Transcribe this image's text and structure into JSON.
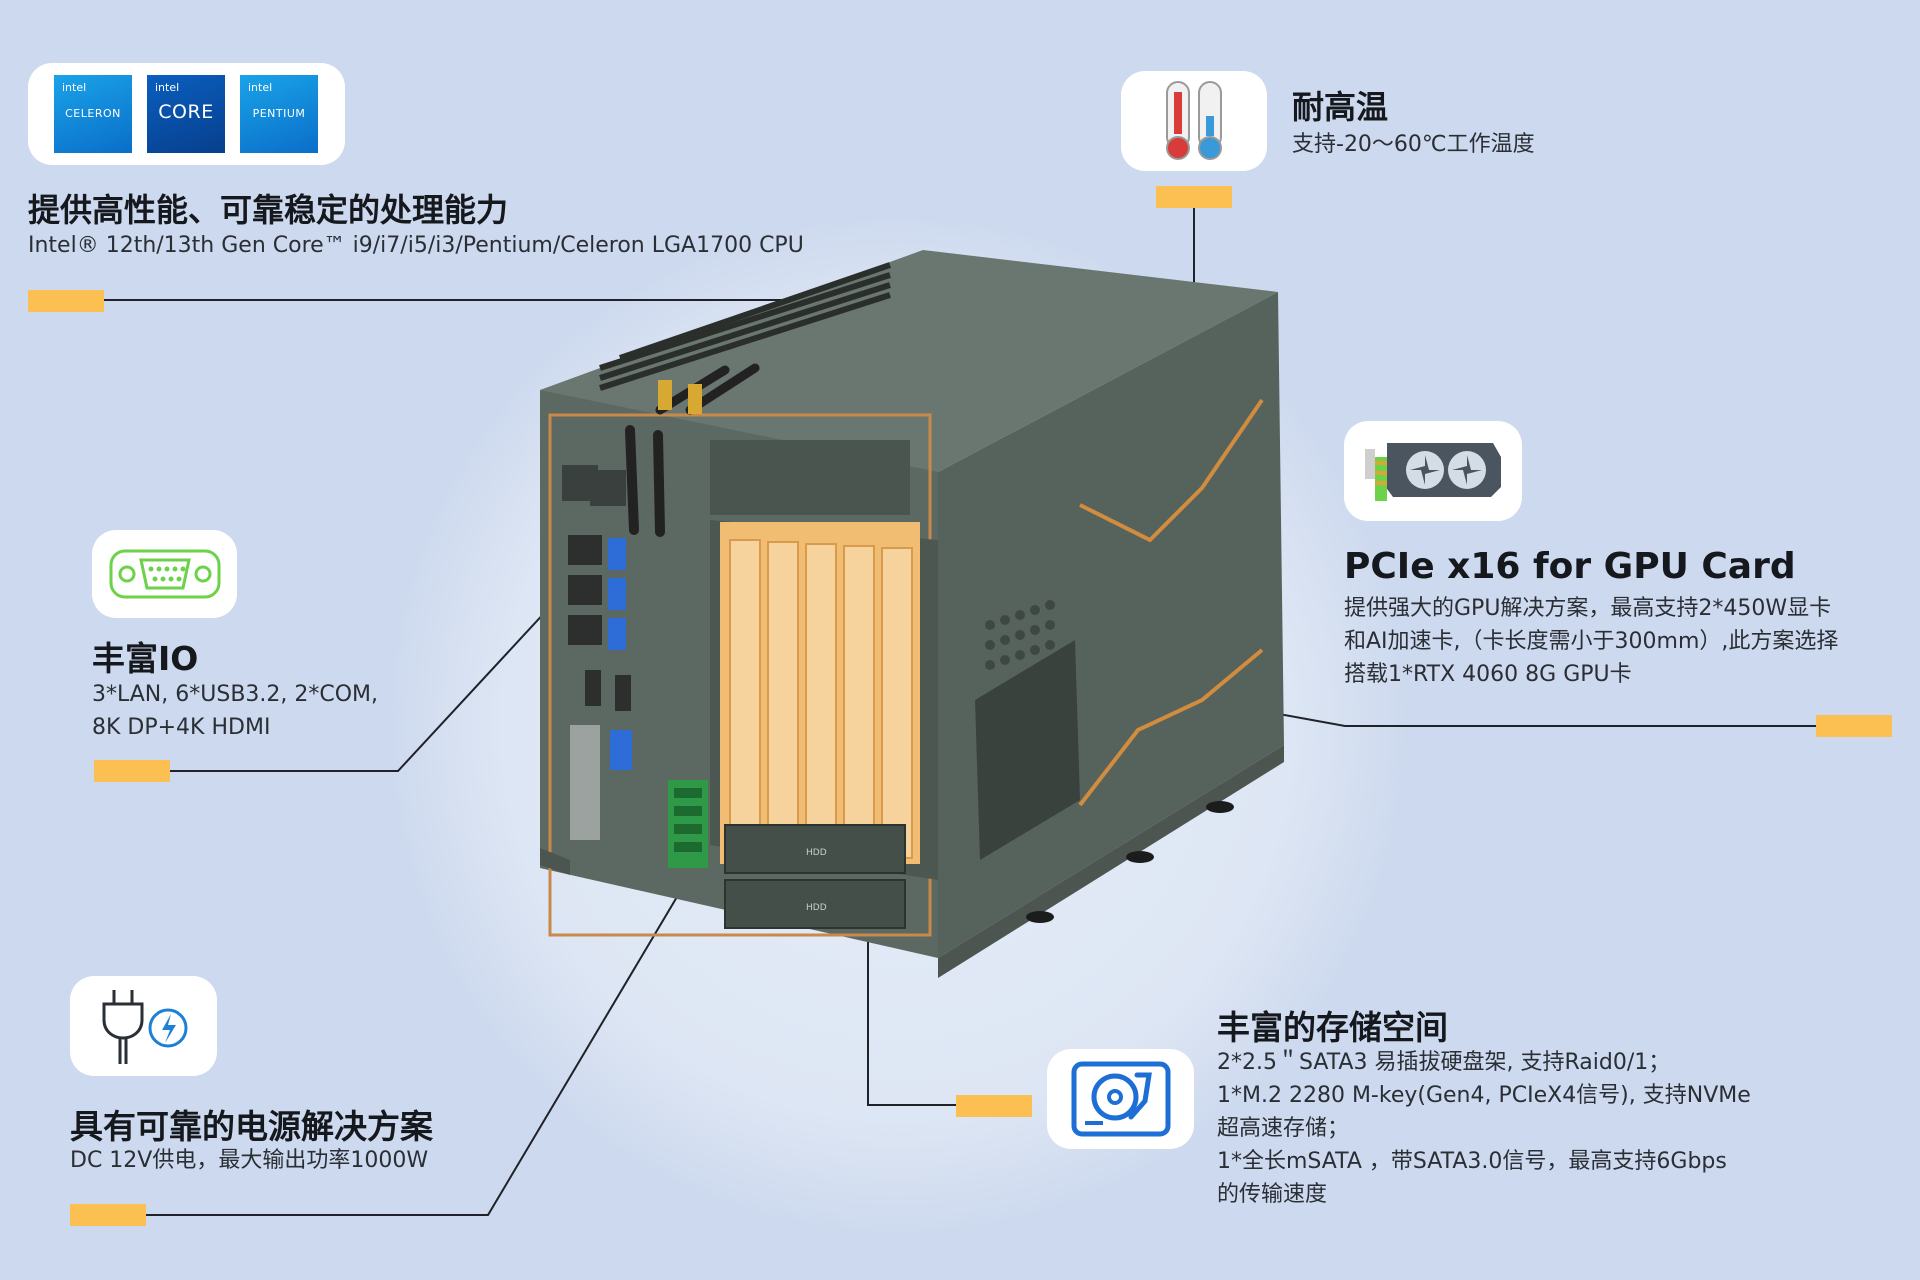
{
  "processor": {
    "logos": [
      {
        "brand": "intel",
        "name": "CELERON"
      },
      {
        "brand": "intel",
        "name": "CORE"
      },
      {
        "brand": "intel",
        "name": "PENTIUM"
      }
    ],
    "title": "提供高性能、可靠稳定的处理能力",
    "desc": "Intel® 12th/13th Gen Core™ i9/i7/i5/i3/Pentium/Celeron LGA1700 CPU"
  },
  "temperature": {
    "icon": "thermometer-icon",
    "title": "耐高温",
    "desc": "支持-20～60℃工作温度"
  },
  "io": {
    "icon": "com-port-icon",
    "title": "丰富IO",
    "desc_lines": [
      "3*LAN, 6*USB3.2, 2*COM,",
      "8K DP+4K HDMI"
    ]
  },
  "gpu": {
    "icon": "gpu-card-icon",
    "title": "PCIe x16 for GPU Card",
    "desc_lines": [
      "提供强大的GPU解决方案，最高支持2*450W显卡",
      "和AI加速卡,（卡长度需小于300mm）,此方案选择",
      "搭载1*RTX 4060 8G GPU卡"
    ]
  },
  "power": {
    "icon": "power-plug-icon",
    "title": "具有可靠的电源解决方案",
    "desc": "DC 12V供电，最大输出功率1000W"
  },
  "storage": {
    "icon": "hard-disk-icon",
    "title": "丰富的存储空间",
    "desc_lines": [
      "2*2.5＂SATA3 易插拔硬盘架, 支持Raid0/1；",
      "1*M.2 2280 M-key(Gen4, PCIeX4信号), 支持NVMe",
      "超高速存储；",
      "1*全长mSATA ，带SATA3.0信号，最高支持6Gbps",
      "的传输速度"
    ]
  },
  "product": {
    "hdd_labels": [
      "HDD",
      "HDD"
    ]
  },
  "colors": {
    "background": "#cdd9ee",
    "accent_bar": "#fbbf52",
    "chassis": "#5f6b64",
    "gpu_panel": "#f0bd72",
    "terminal": "#2e9a47",
    "icon_green": "#6cd24a",
    "icon_blue": "#1d6fd6"
  }
}
